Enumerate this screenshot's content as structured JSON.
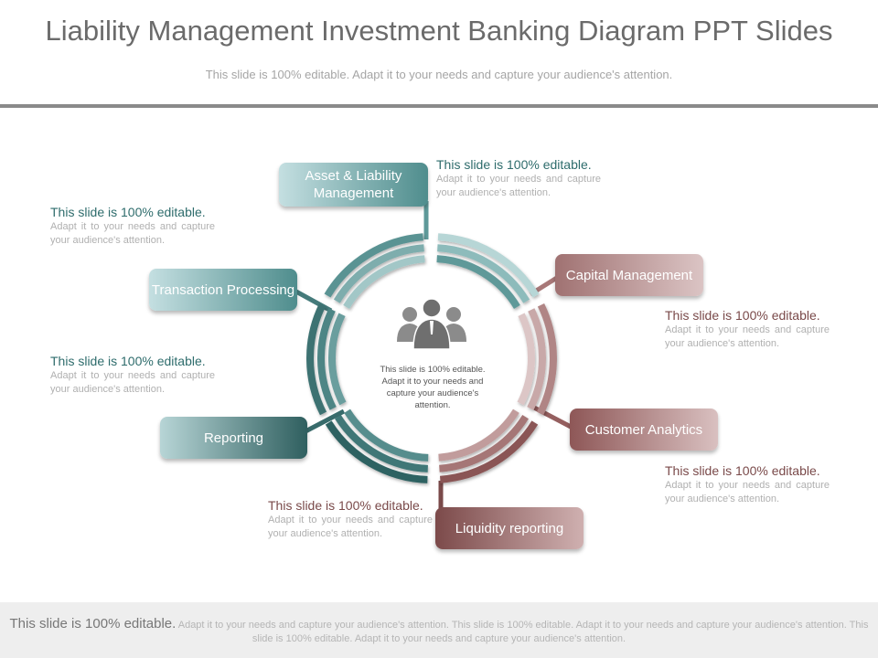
{
  "header": {
    "title": "Liability Management Investment Banking Diagram PPT Slides",
    "subtitle": "This slide is 100% editable. Adapt it to your needs and capture your audience's attention."
  },
  "diagram": {
    "colors": {
      "teal": "#3f7f80",
      "mauve": "#8e5757"
    },
    "center": {
      "icon": "people-group-icon",
      "text": "This slide is 100% editable. Adapt it to your needs and capture your audience's attention."
    },
    "boxes": {
      "asset_liability": "Asset & Liability Management",
      "capital_management": "Capital Management",
      "customer_analytics": "Customer Analytics",
      "liquidity_reporting": "Liquidity reporting",
      "reporting": "Reporting",
      "transaction_processing": "Transaction Processing"
    },
    "notes": {
      "top_right": {
        "heading": "This slide is 100% editable.",
        "body": "Adapt it to your needs and capture your audience's attention."
      },
      "left_top": {
        "heading": "This slide is 100% editable.",
        "body": "Adapt it to your needs and capture your audience's attention."
      },
      "left_mid": {
        "heading": "This slide is 100% editable.",
        "body": "Adapt it to your needs and capture your audience's attention."
      },
      "right_mid": {
        "heading": "This slide is 100% editable.",
        "body": "Adapt it to your needs and capture your audience's attention."
      },
      "right_low": {
        "heading": "This slide is 100% editable.",
        "body": "Adapt it to your needs and capture your audience's attention."
      },
      "bottom": {
        "heading": "This slide is 100% editable.",
        "body": "Adapt it to your needs and capture your audience's attention."
      }
    }
  },
  "footer": {
    "heading": "This slide is 100% editable.",
    "body": "Adapt it to your needs and capture your audience's attention. This slide is 100% editable. Adapt it to your needs and capture your audience's attention. This slide is 100% editable. Adapt it to your needs and capture your audience's attention."
  }
}
